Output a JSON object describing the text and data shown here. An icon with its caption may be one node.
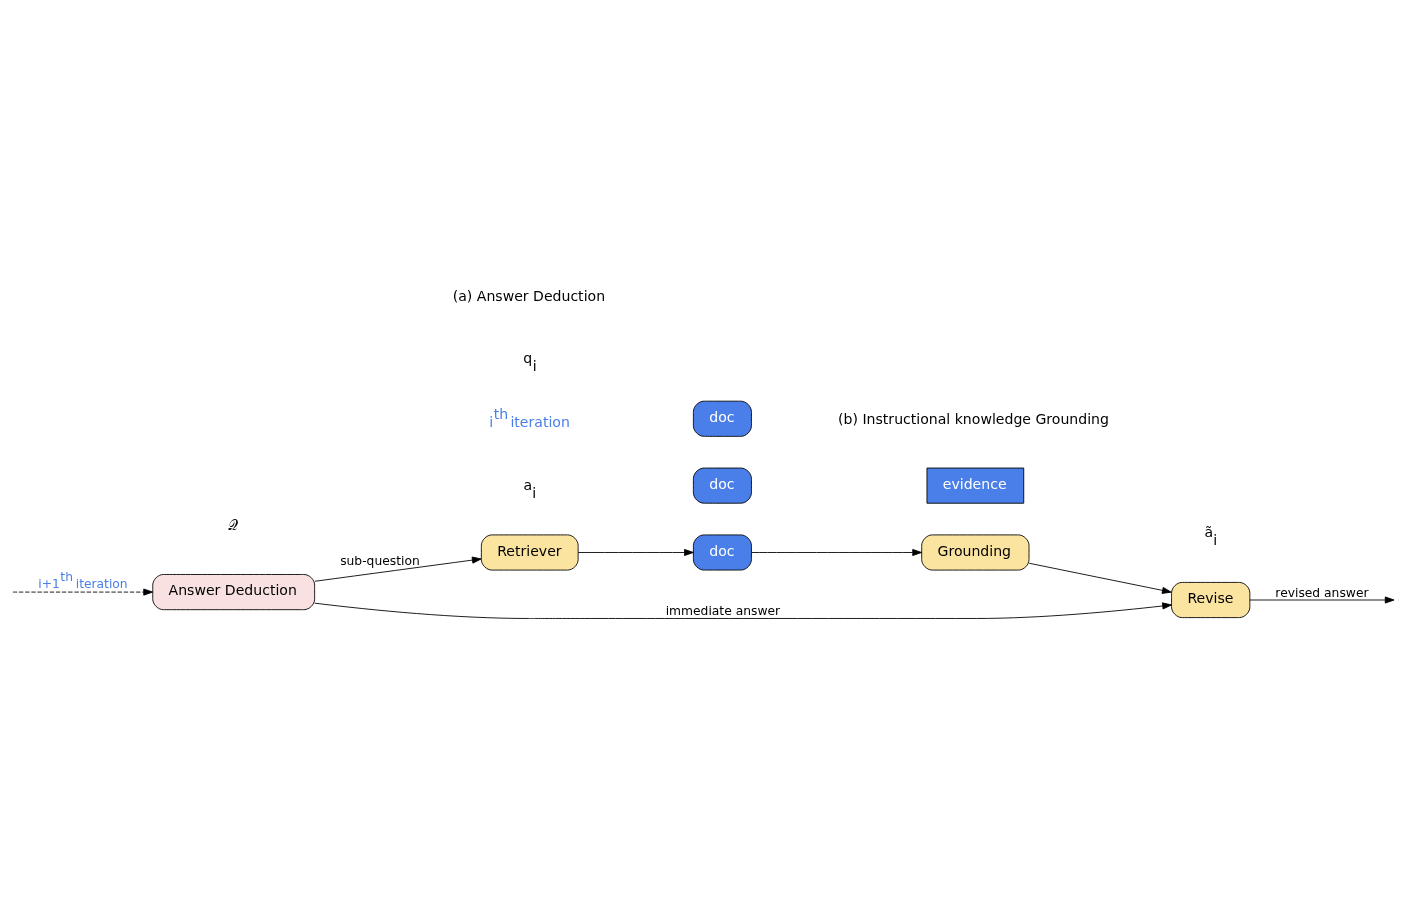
{
  "diagram": {
    "nodes": [
      {
        "text": [
          "Answer Deduction"
        ]
      },
      {
        "text": [
          "Retriever"
        ]
      },
      {
        "text": [
          "doc"
        ]
      },
      {
        "text": [
          "doc"
        ]
      },
      {
        "text": [
          "doc"
        ]
      },
      {
        "text": [
          "Grounding"
        ]
      },
      {
        "text": [
          "Revise"
        ]
      },
      {
        "text": [
          "evidence"
        ]
      }
    ],
    "edges": [
      {
        "from": 0,
        "to": 6,
        "arrow": "to",
        "label": "immediate answer"
      },
      {
        "from": 0,
        "to": 1,
        "arrow": "to",
        "label": "sub-question"
      },
      {
        "from": 1,
        "to": 2,
        "arrow": "to"
      },
      {
        "from": 2,
        "to": 5,
        "arrow": "to"
      },
      {
        "from": 5,
        "to": 6,
        "arrow": "to"
      },
      {
        "from": 6,
        "to": null,
        "arrow": "to",
        "label": "revised answer"
      },
      {
        "from": null,
        "to": 0,
        "arrow": "to",
        "style": "dashed",
        "label": "i+1$^{th}$ iteration"
      }
    ],
    "labels": [
      "a$_{i}$",
      "𝒬",
      "i$^{th}$ iteration",
      "q$_{i}$",
      "ã$_{i}$",
      "(a) Answer Deduction",
      "(b) Instructional knowledge Grounding"
    ]
  }
}
